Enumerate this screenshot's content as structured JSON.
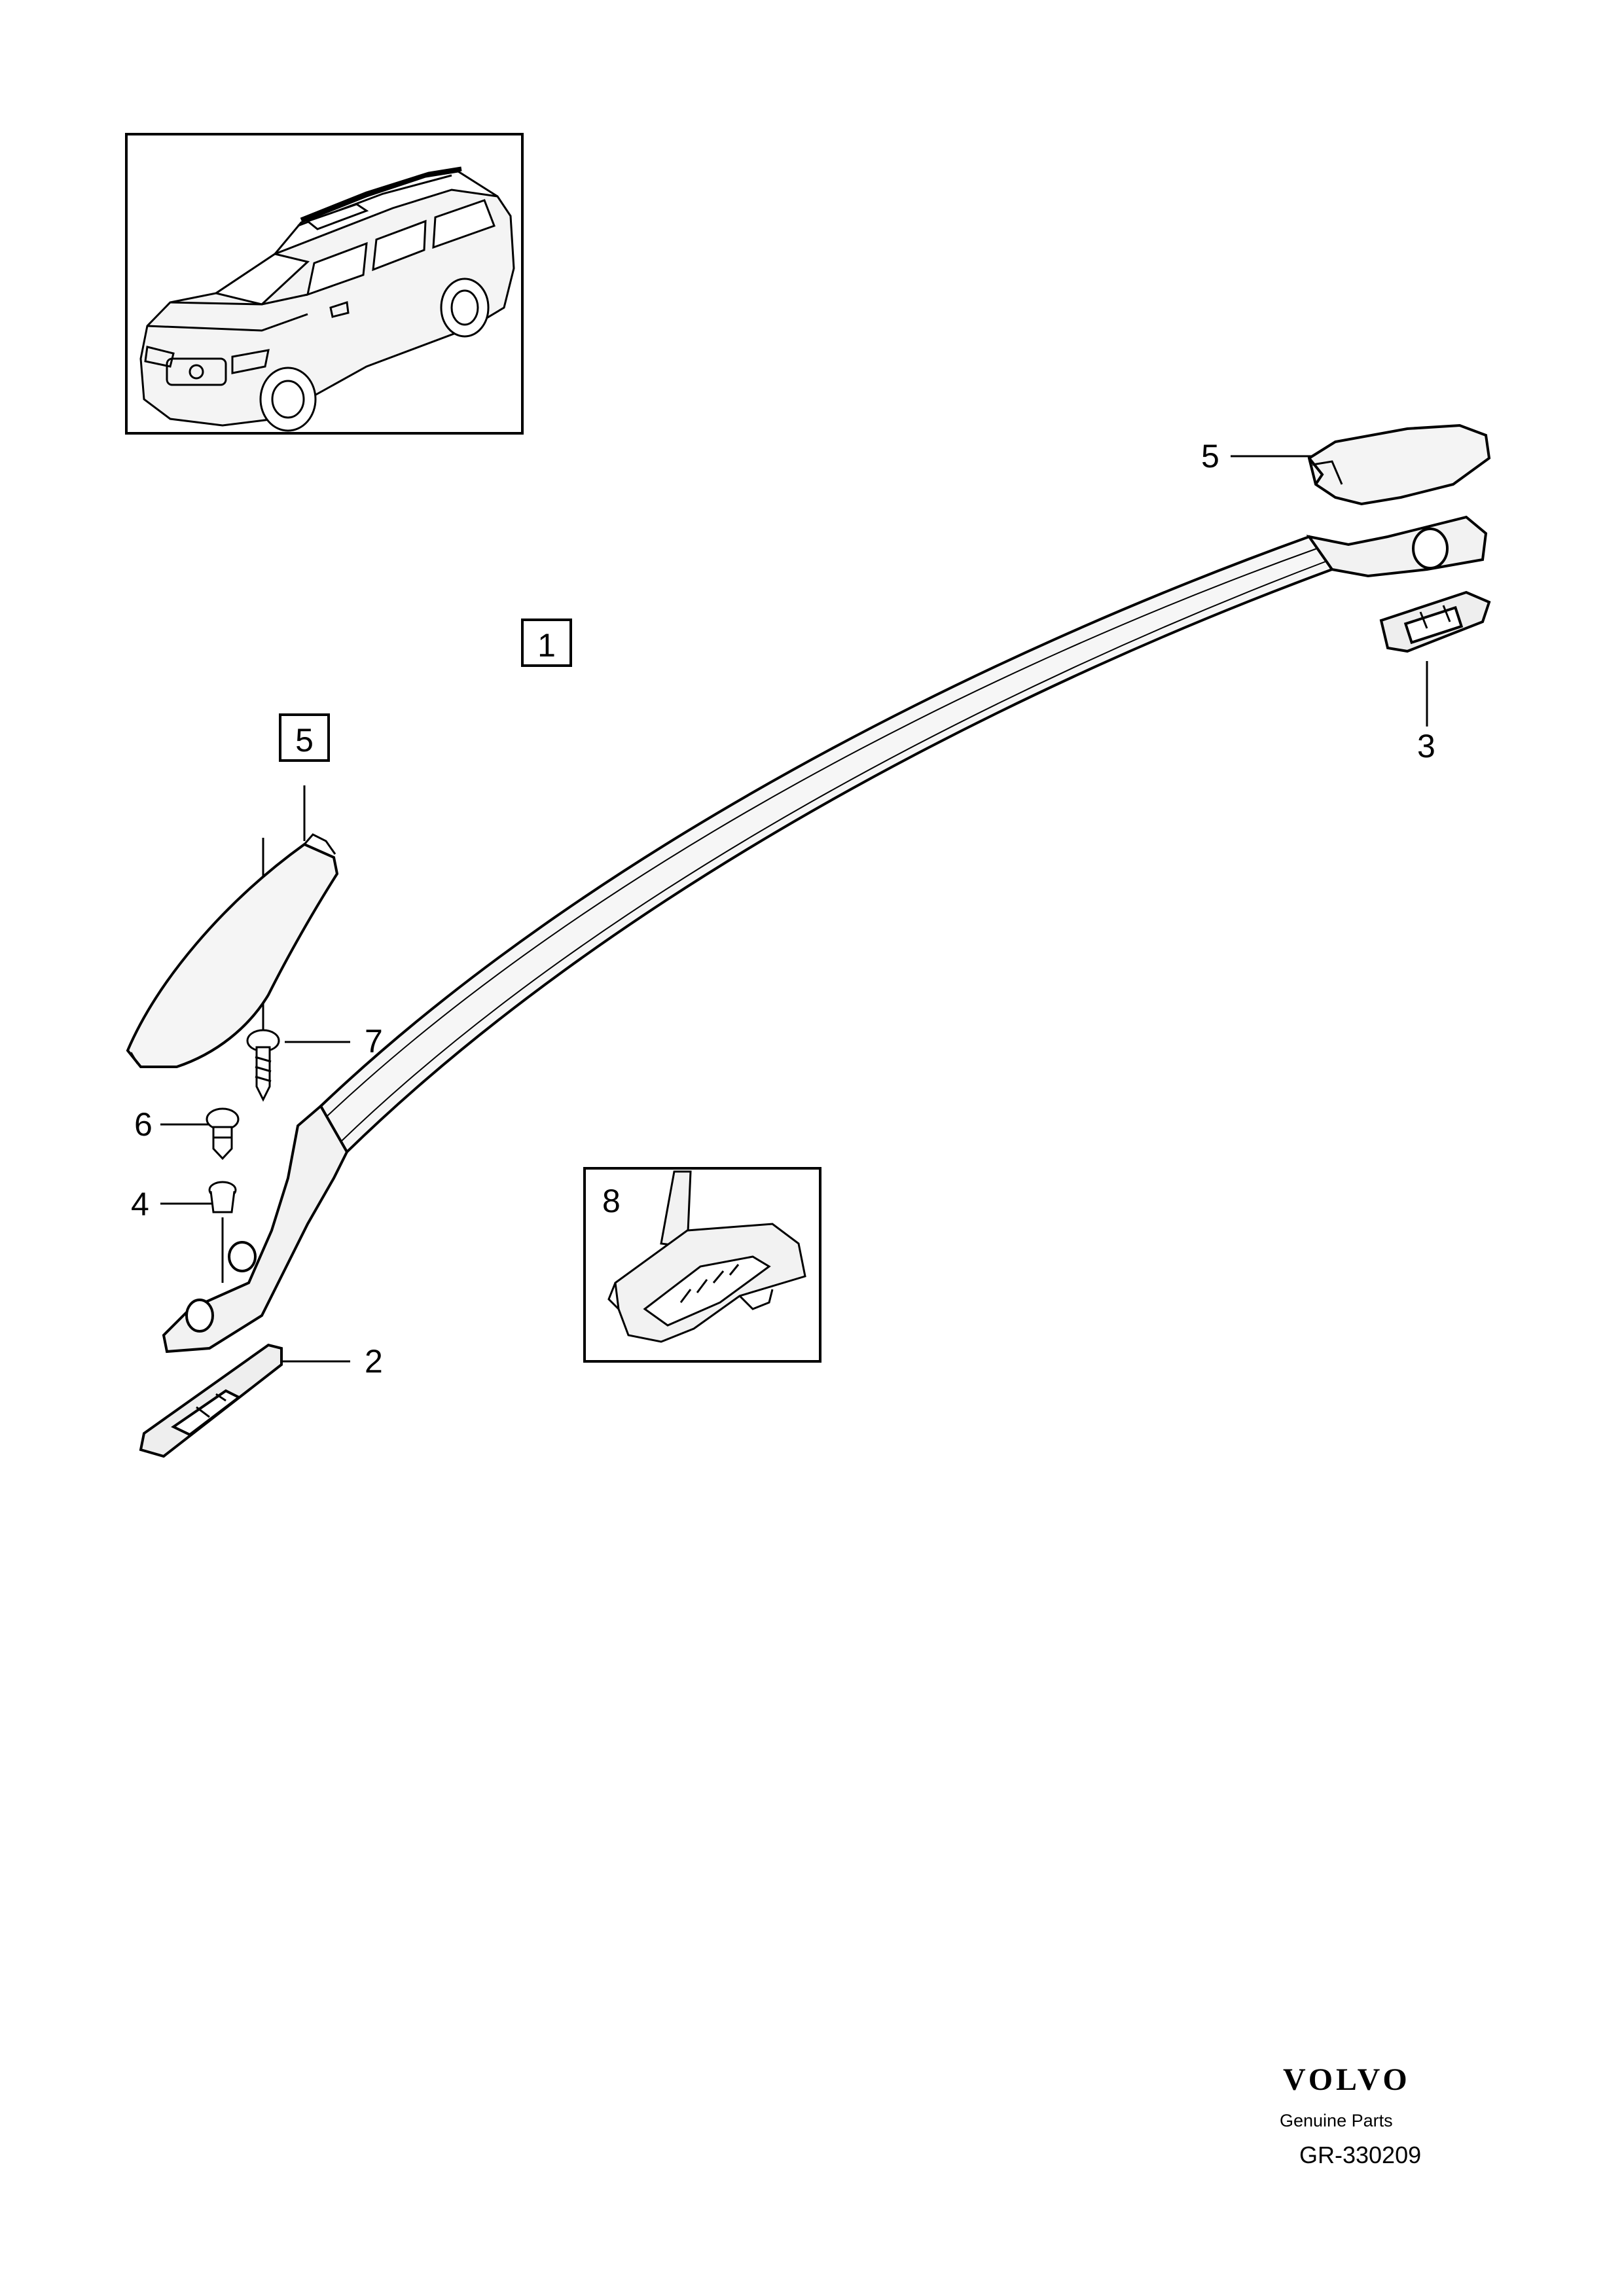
{
  "callouts": {
    "c1": "1",
    "c2": "2",
    "c3": "3",
    "c4": "4",
    "c5_top": "5",
    "c5_box": "5",
    "c6": "6",
    "c7": "7",
    "c8": "8"
  },
  "footer": {
    "brand": "VOLVO",
    "subtitle": "Genuine Parts",
    "reference": "GR-330209"
  },
  "icons": [
    "car-icon",
    "roof-rail-icon",
    "end-cap-icon",
    "foot-plate-icon",
    "screw-icon",
    "clip-icon",
    "nut-icon",
    "bracket-clip-icon"
  ]
}
